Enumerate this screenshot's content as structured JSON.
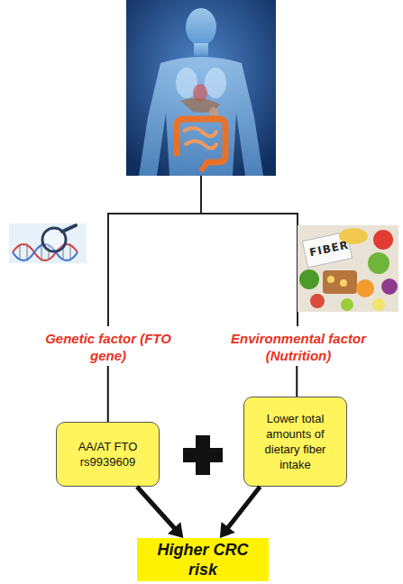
{
  "diagram": {
    "nodes": [
      {
        "text": [
          "Genetic factor (FTO gene)"
        ]
      },
      {
        "text": [
          "Environmental factor (Nutrition)"
        ]
      },
      {
        "text": [
          "AA/AT FTO rs9939609"
        ]
      },
      {
        "text": [
          "Lower total amounts of dietary fiber intake"
        ]
      },
      {
        "text": [
          "Higher CRC risk"
        ]
      }
    ],
    "edges": [
      {
        "from": 0,
        "to": 2,
        "arrow": "none"
      },
      {
        "from": 1,
        "to": 3,
        "arrow": "none"
      },
      {
        "from": 2,
        "to": 4,
        "arrow": "to"
      },
      {
        "from": 3,
        "to": 4,
        "arrow": "to"
      }
    ],
    "labels": [
      "FIBER"
    ]
  }
}
